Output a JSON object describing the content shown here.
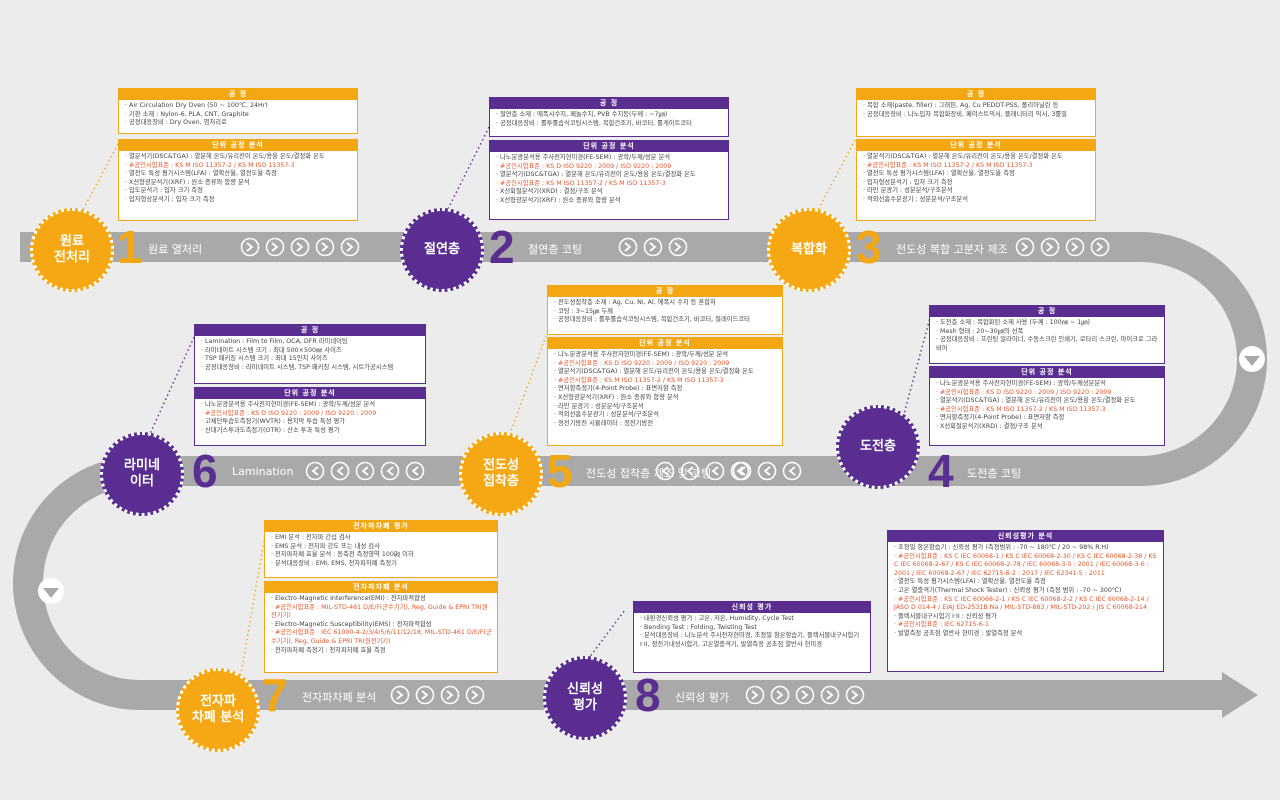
{
  "colors": {
    "orange": "#f6a814",
    "purple": "#5a2d91",
    "road": "#a9a9a9"
  },
  "steps": [
    {
      "num": "1",
      "circle": "원료\n전처리",
      "road_label": "원료 열처리"
    },
    {
      "num": "2",
      "circle": "절연층",
      "road_label": "절연층 코팅"
    },
    {
      "num": "3",
      "circle": "복합화",
      "road_label": "전도성 복합 고분자 제조"
    },
    {
      "num": "4",
      "circle": "도전층",
      "road_label": "도전층 코팅"
    },
    {
      "num": "5",
      "circle": "전도성\n접착층",
      "road_label": "전도성 접착층 제조 및 코팅"
    },
    {
      "num": "6",
      "circle": "라미네\n이터",
      "road_label": "Lamination"
    },
    {
      "num": "7",
      "circle": "전자파\n차폐 분석",
      "road_label": "전자파차폐 분석"
    },
    {
      "num": "8",
      "circle": "신뢰성\n평가",
      "road_label": "신뢰성 평가"
    }
  ],
  "boxes": {
    "b1a": {
      "title": "공 정",
      "items": [
        "Air Circulation Dry Oven (50 ~ 100℃, 24Hr)",
        "기판 소재 : Nylon-6, PLA, CNT, Graphite",
        "공정대응장비 : Dry Oven, 염처리로"
      ]
    },
    "b1b": {
      "title": "단위 공정 분석",
      "items": [
        "열분석기(DSC&TGA) : 열분해 온도/유리전이 온도/용융 온도/결정화 온도",
        "#공인시험표준 : KS M ISO 11357-2 / KS M ISO 11357-3",
        "열전도 특성 평가시스템(LFA) : 열확산율, 열전도율 측정",
        "X선형광분석기(XRF) : 원소 종류와 함량 분석",
        "입도분석기 : 입자 크기 측정",
        "입자형상분석기 : 입자 크기 측정"
      ]
    },
    "b2a": {
      "title": "공 정",
      "items": [
        "절연층 소재 : 에폭시수지, 페놀수지, PVB 수지등(두께 : ~7㎛)",
        "공정대응장비 : 롤투롤습식코팅시스템, 복합건조기, 바코터, 롤게이트코터"
      ]
    },
    "b2b": {
      "title": "단위 공정 분석",
      "items": [
        "나노분광분석용 주사전자현미경(FE-SEM) : 광학/두께/성분 분석",
        "#공인시험표준 : KS D ISO 9220 : 2009 / ISO 9220 : 2009",
        "열분석기(DSC&TGA) : 열분해 온도/유리전이 온도/용융 온도/결정화 온도",
        "#공인시험표준 : KS M ISO 11357-2 / KS M ISO 11357-3",
        "X선회절분석기(XRD) : 결정/구조 분석",
        "X선형광분석기(XRF) : 원소 종류와 함량 분석"
      ]
    },
    "b3a": {
      "title": "공 정",
      "items": [
        "복합 소재(paste, filler) : 그래핀, Ag, Cu PEDOT-PSS, 폴리아닐린 등",
        "공정대응장비 : 나노입자 복합화장비, 페이스트믹서, 플래니터리 믹서, 3롤밀"
      ]
    },
    "b3b": {
      "title": "단위 공정 분석",
      "items": [
        "열분석기(DSC&TGA) : 열분해 온도/유리전이 온도/용융 온도/결정화 온도",
        "#공인시험표준 : KS M ISO 11357-2 / KS M ISO 11357-3",
        "열전도 특성 평가시스템(LFA) : 열확산율, 열전도율 측정",
        "입자형상분석기 : 입자 크기 측정",
        "라만 분광기 : 성분분석/구조분석",
        "적외선흡수분광기 : 성분분석/구조분석"
      ]
    },
    "b4a": {
      "title": "공 정",
      "items": [
        "도전층 소재 : 복합화된 소재 사용 (두께 : 100㎚ ~ 1㎛)",
        "Mesh 형태 : 20~30㎛의 선폭",
        "공정대응장비 : 프린팅 얼라이너, 수동스크린 인쇄기, 로타리 스크린, 마이크로 그라비어"
      ]
    },
    "b4b": {
      "title": "단위 공정 분석",
      "items": [
        "나노분광분석용 주사전자현미경(FE-SEM) : 광학/두께성분분석",
        "#공인시험표준 : KS D ISO 9220 : 2009 / ISO 9220 : 2009",
        "열분석기(DSC&TGA) : 열분해 온도/유리전이 온도/용융 온도/결정화 온도",
        "#공인시험표준 : KS M ISO 11357-2 / KS M ISO 11357-3",
        "면저항측정기(4-Point Probe) : 표면저항 측정",
        "X선회절분석기(XRD) : 결정/구조 분석"
      ]
    },
    "b5a": {
      "title": "공 정",
      "items": [
        "전도성접착층 소재 : Ag, Cu, Ni, Al, 에폭시 수지 등 혼합처",
        "코팅 : 3~15㎛ 두께",
        "공정대응장비 : 롤투롤습식코팅시스템, 복합건조기, 바코터, 절레이드코터"
      ]
    },
    "b5b": {
      "title": "단위 공정 분석",
      "items": [
        "나노분광분석용 주사전자현미경(FE-SEM) : 광학/두께/성분 분석",
        "#공인시험표준 : KS D ISO 9220 : 2009 / ISO 9220 : 2009",
        "열분석기(DSC&TGA) : 열분해 온도/유리전이 온도/용융 온도/결정화 온도",
        "#공인시험표준 : KS M ISO 11357-2 / KS M ISO 11357-3",
        "면저항측정기(4-Point Probe) : 표면저항 측정",
        "X선형광분석기(XRF) : 원소 종류와 함량 분석",
        "라만 분광기 : 성분분석/구조분석",
        "적외선흡수분광기 : 성분분석/구조분석",
        "정전기방전 시뮬레이터 : 정전기방전"
      ]
    },
    "b6a": {
      "title": "공 정",
      "items": [
        "Lamination : Film to Film, OCA, DFR 라미네이팅",
        "라미네이트 시스템 크기 : 최대 500×500㎜ 사이즈",
        "TSP 패키징 시스템 크기 : 최대 15인치 사이즈",
        "공정대응장비 : 라미네이트 시스템, TSP 패키징 시스템, 시트가공시스템"
      ]
    },
    "b6b": {
      "title": "단위 공정 분석",
      "items": [
        "나노분광분석용 주사전자현미경(FE-SEM) : 광학/두께/성분 분석",
        "#공인시험표준 : KS D ISO 9220 : 2009 / ISO 9220 : 2009",
        "고체단투습도측정기(WVTR) : 용지막 투습 특성 평가",
        "산대기스투과도측정기(OTR) : 산소 투과 특성 평가"
      ]
    },
    "b7a": {
      "title": "전자파차폐 평가",
      "items": [
        "EMI 분석 : 전자파 간섭 검사",
        "EMS 분석 : 전자파 강도 또는 내성 검사",
        "전자파차폐 효율 분석 : 동축전 측정영역 100㎓ 이하",
        "분석대응장비 : EMI, EMS, 전자파차폐 측정기"
      ]
    },
    "b7b": {
      "title": "전자파차폐 분석",
      "items": [
        "Electro-Magnetic Interference(EMI) : 전자파적합성",
        "#공인시험표준 : MIL-STD-461 D/E/F(군수기기), Reg, Guide & EPRI TR(원전기기)",
        "Electro-Magnetic Susceptibility(EMS) : 전자파적합성",
        "#공인시험표준 : IEC 61000-4-2/3/4/5/6/11/12/18, MIL-STD-461 D/E/F(군수기기), Reg, Guide & EPRI TR(원전기기)",
        "전자파차폐 측정기 : 전자파차폐 효율 측정"
      ]
    },
    "b8a": {
      "title": "신뢰성 평가",
      "items": [
        "내환경신뢰성 평가 : 고온, 저온, Humidity, Cycle Test",
        "Bending Test : Folding, Twisting Test",
        "분석대응장비 : 나노분석 주사전자현미경, 초정밀 항온항습기, 플렉서블내구시험기 I·II, 정전기내성시험기, 고온열충격기, 발열측정 공초점 열반사 현미경"
      ]
    },
    "b8b": {
      "title": "신뢰성평가 분석",
      "items": [
        "초정밀 항온항습기 : 신뢰성 평가 (측정범위 : -70 ~ 180℃ / 20 ~ 98% R.H)",
        "#공인시험표준 : KS C IEC 60068-1 / KS C IEC 60068-2-30 / KS C IEC 60068-2-38 / KS C IEC 60068-2-67 / KS C IEC 60068-2-78 / IEC 60068-3-5 : 2001 / IEC 60068-3-6 : 2001 / IEC 60068-2-67 / IEC 62715-6-2 : 2017 / IEC 62341-5 : 2011",
        "열전도 특성 평가시스템(LFA) : 열확산율, 열전도율 측정",
        "고온 열충격기(Thermal Shock Tester) : 신뢰성 평가 (측정 범위 : -70 ~ 300℃)",
        "#공인시험표준 : KS C IEC 60068-2-1 / KS C IEC 60068-2-2 / KS C IEC 60068-2-14 / JASO D 014-4 / EIAJ ED-2531B Na / MIL-STD-883 / MIL-STD-202 / JIS C 60068-214",
        "플렉서블내구시험기 I·II : 신뢰성 평가",
        "#공인시험표준 : IEC 62715-6-1",
        "발열측정 공초점 열반사 현미경 : 발열측정 분석"
      ]
    }
  }
}
